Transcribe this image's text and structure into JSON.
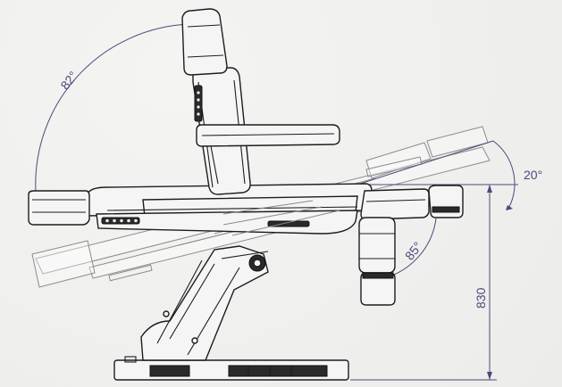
{
  "annotations": {
    "backrest_angle": "82°",
    "tilt_angle": "20°",
    "leg_angle": "85°",
    "height_dimension": "830"
  },
  "colors": {
    "annotation": "#4a4a7c",
    "outline": "#1d1d1d",
    "ghost_outline": "#8a8a8a",
    "background": "#f1f1ef"
  }
}
